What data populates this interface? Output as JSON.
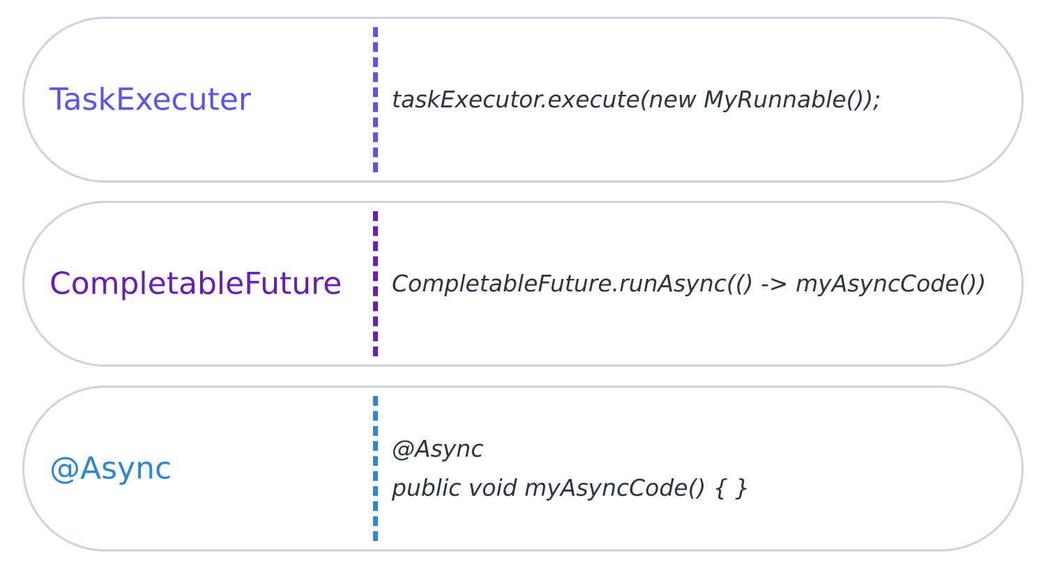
{
  "rows": [
    {
      "label": "TaskExecuter",
      "code_lines": [
        "taskExecutor.execute(new MyRunnable());"
      ],
      "accent_color": "#5a55e8"
    },
    {
      "label": "CompletableFuture",
      "code_lines": [
        "CompletableFuture.runAsync(() -> myAsyncCode())"
      ],
      "accent_color": "#6a1cb8"
    },
    {
      "label": "@Async",
      "code_lines": [
        "@Async",
        "public void myAsyncCode() { }"
      ],
      "accent_color": "#2e86d1"
    }
  ],
  "colors": {
    "pill_border": "#ccd3d9",
    "code_text": "#2c3440",
    "background": "#ffffff"
  }
}
